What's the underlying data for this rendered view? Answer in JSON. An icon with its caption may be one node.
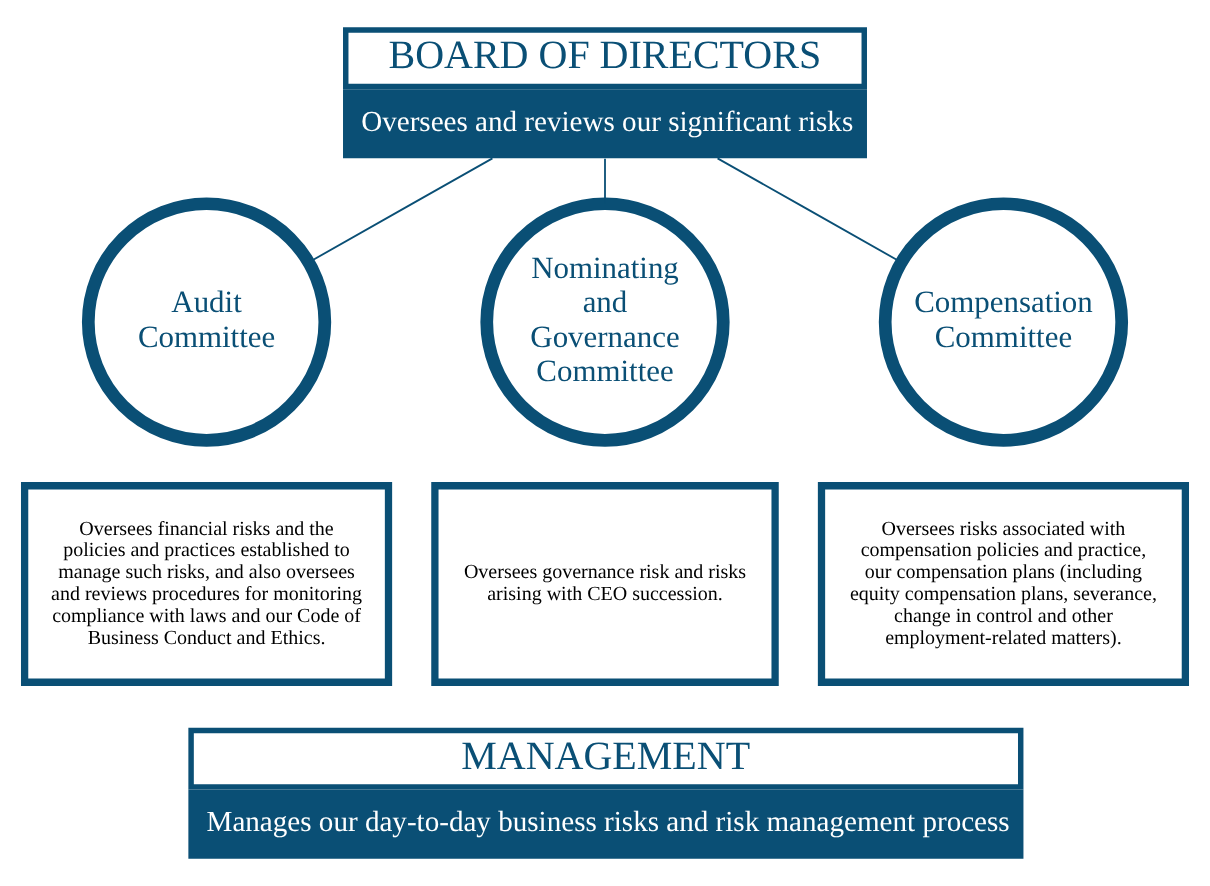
{
  "diagram": {
    "nodes": [
      {
        "text": [
          "BOARD OF DIRECTORS",
          "Oversees and reviews our significant risks"
        ]
      },
      {
        "text": [
          "Audit Committee"
        ]
      },
      {
        "text": [
          "Nominating and Governance Committee"
        ]
      },
      {
        "text": [
          "Compensation Committee"
        ]
      },
      {
        "text": [
          "Oversees financial risks and the policies and practices established to manage such risks, and also oversees and reviews procedures for monitoring compliance with laws and our Code of Business Conduct and Ethics."
        ]
      },
      {
        "text": [
          "Oversees governance risk and risks arising with CEO succession."
        ]
      },
      {
        "text": [
          "Oversees risks associated with compensation policies and practice, our compensation plans (including equity compensation plans, severance, change in control and other employment-related matters)."
        ]
      },
      {
        "text": [
          "MANAGEMENT",
          "Manages our day-to-day business risks and risk management process"
        ]
      }
    ],
    "edges": [
      {
        "from": 0,
        "to": 1,
        "arrow": "none"
      },
      {
        "from": 0,
        "to": 2,
        "arrow": "none"
      },
      {
        "from": 0,
        "to": 3,
        "arrow": "none"
      }
    ]
  }
}
